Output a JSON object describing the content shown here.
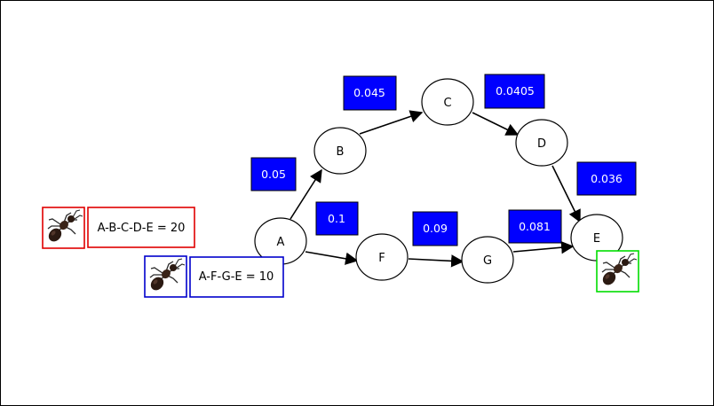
{
  "nodes": {
    "A": "A",
    "B": "B",
    "C": "C",
    "D": "D",
    "E": "E",
    "F": "F",
    "G": "G"
  },
  "weights": {
    "A_B": "0.05",
    "B_C": "0.045",
    "C_D": "0.0405",
    "D_E": "0.036",
    "A_F": "0.1",
    "F_G": "0.09",
    "G_E": "0.081"
  },
  "paths": {
    "path1": "A-B-C-D-E = 20",
    "path2": "A-F-G-E = 10"
  },
  "colors": {
    "weight_box": "#0000ff",
    "path1_border": "#e00000",
    "path2_border": "#0000cc",
    "destination_border": "#00dd00"
  },
  "icons": {
    "ant": "ant-icon"
  }
}
